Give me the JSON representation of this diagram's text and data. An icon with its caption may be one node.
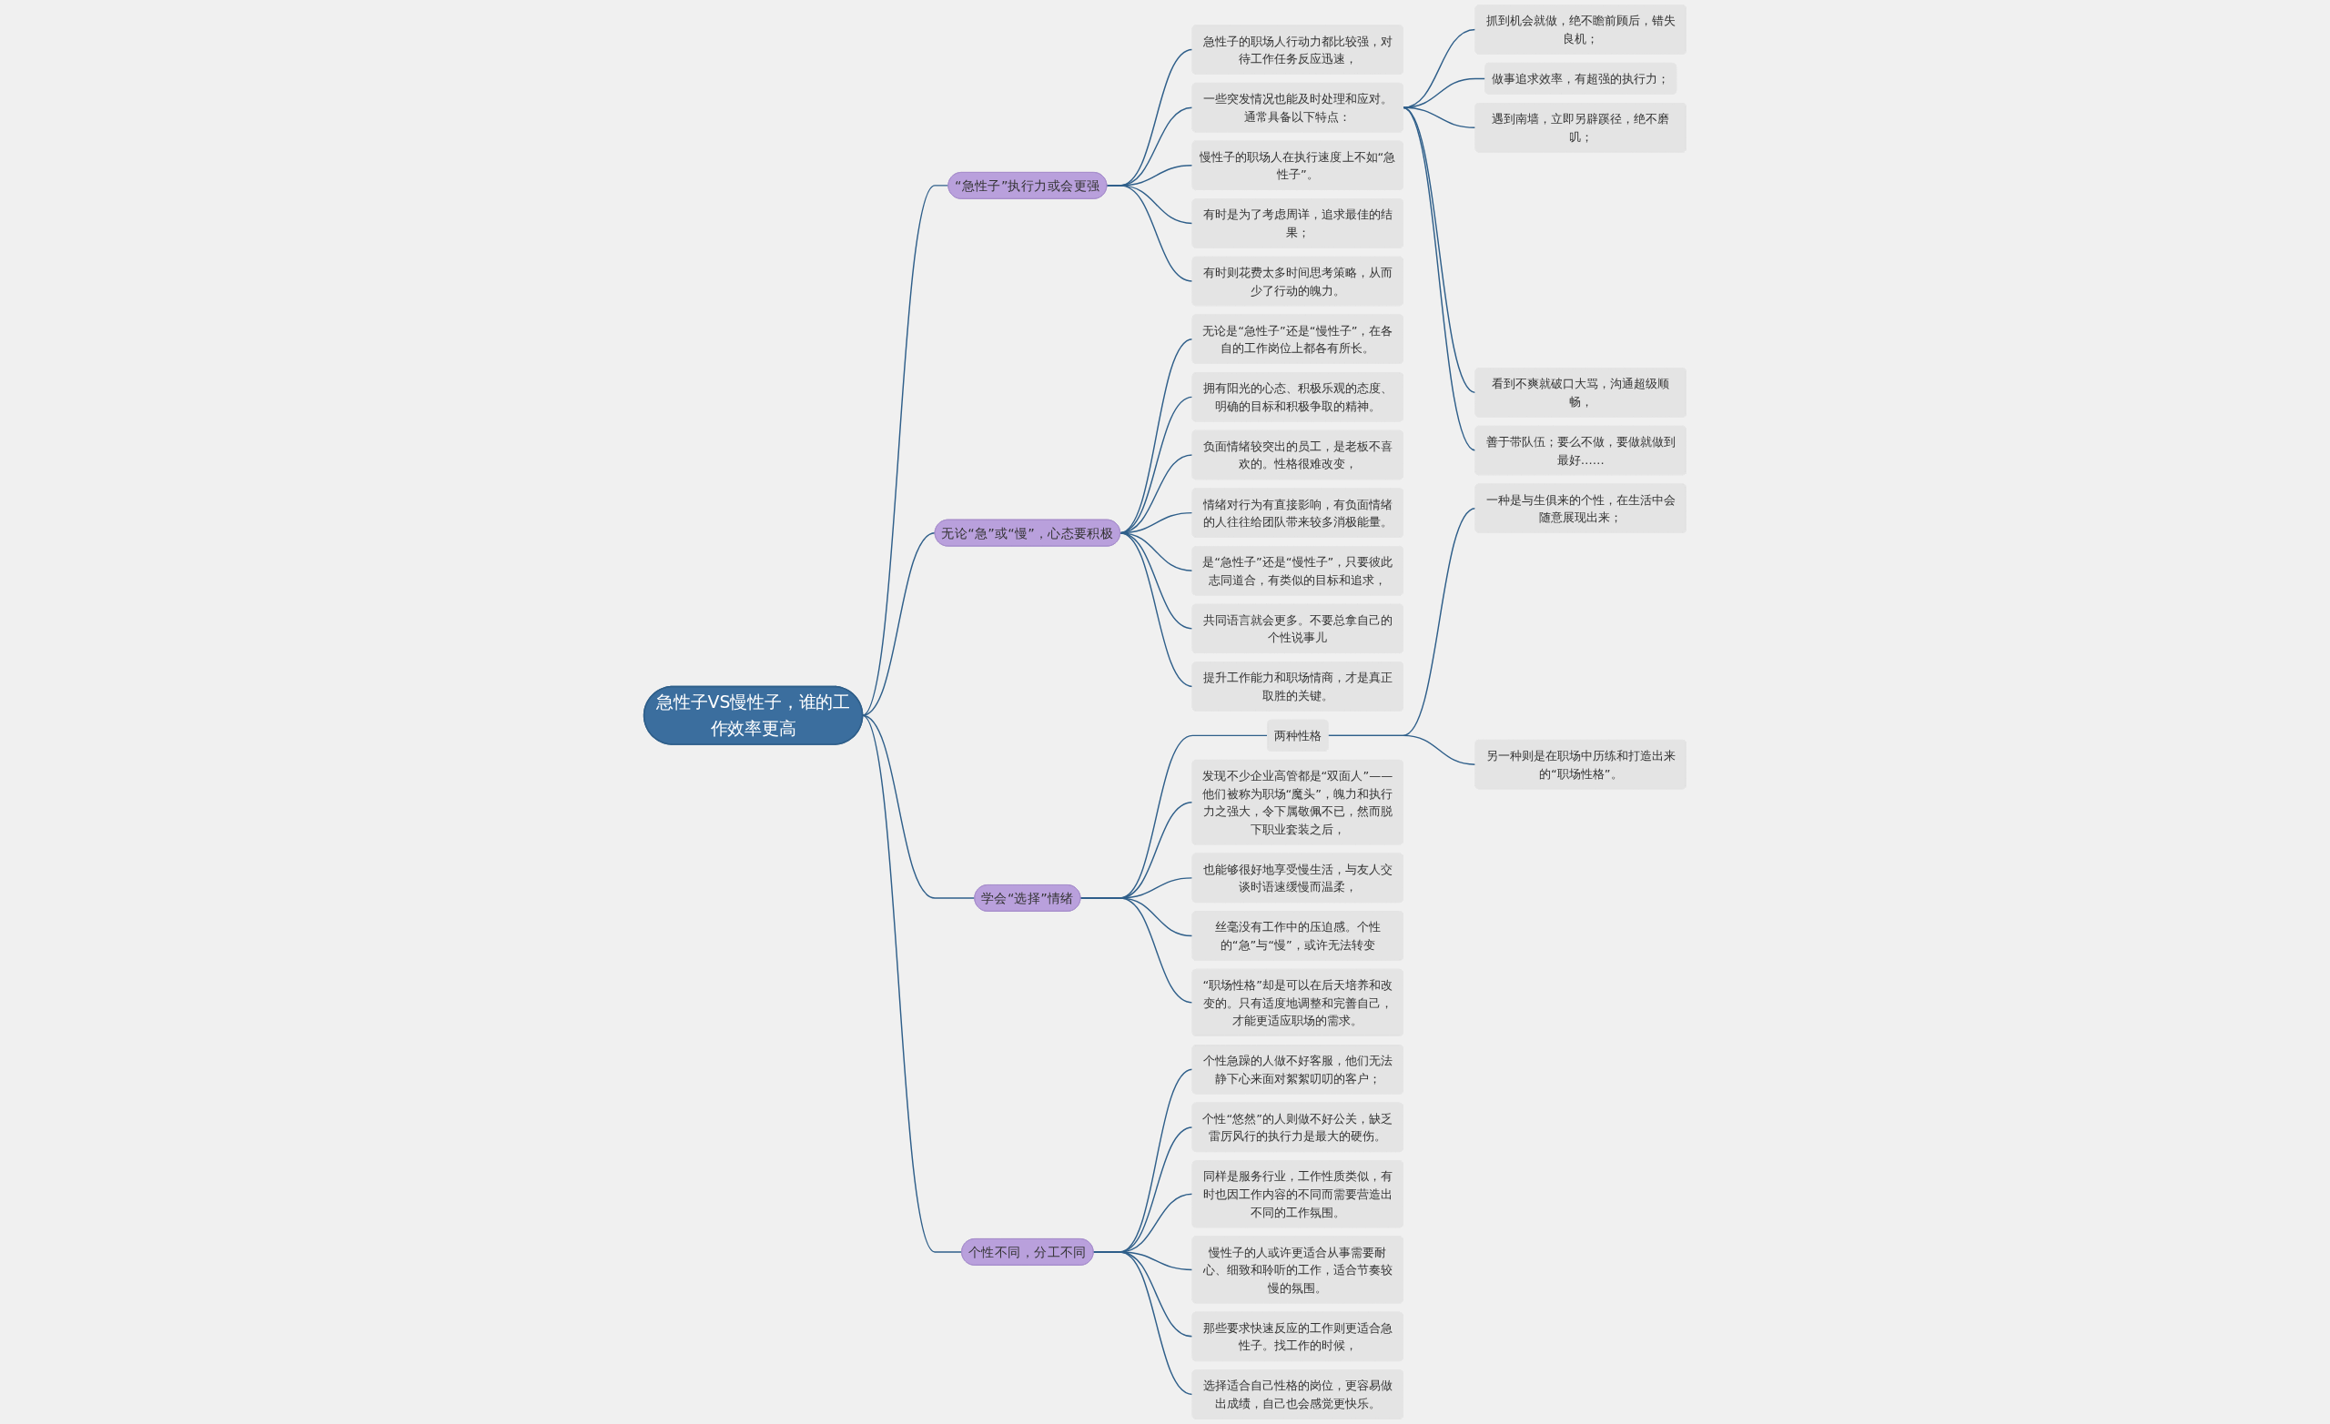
{
  "diagram": {
    "nodes": [
      {
        "text": [
          "急性子VS慢性子，谁的工作效率更高"
        ]
      },
      {
        "text": [
          "“急性子”执行力或会更强"
        ]
      },
      {
        "text": [
          "急性子的职场人行动力都比较强，对待工作任务反应迅速，"
        ]
      },
      {
        "text": [
          "一些突发情况也能及时处理和应对。通常具备以下特点："
        ]
      },
      {
        "text": [
          "抓到机会就做，绝不瞻前顾后，错失良机；"
        ]
      },
      {
        "text": [
          "做事追求效率，有超强的执行力；"
        ]
      },
      {
        "text": [
          "遇到南墙，立即另辟蹊径，绝不磨叽；"
        ]
      },
      {
        "text": [
          "看到不爽就破口大骂，沟通超级顺畅，"
        ]
      },
      {
        "text": [
          "善于带队伍；要么不做，要做就做到最好……"
        ]
      },
      {
        "text": [
          "慢性子的职场人在执行速度上不如“急性子”。"
        ]
      },
      {
        "text": [
          "有时是为了考虑周详，追求最佳的结果；"
        ]
      },
      {
        "text": [
          "有时则花费太多时间思考策略，从而少了行动的魄力。"
        ]
      },
      {
        "text": [
          "无论“急”或“慢”，心态要积极"
        ]
      },
      {
        "text": [
          "无论是“急性子”还是“慢性子”，在各自的工作岗位上都各有所长。"
        ]
      },
      {
        "text": [
          "拥有阳光的心态、积极乐观的态度、明确的目标和积极争取的精神。"
        ]
      },
      {
        "text": [
          "负面情绪较突出的员工，是老板不喜欢的。性格很难改变，"
        ]
      },
      {
        "text": [
          "情绪对行为有直接影响，有负面情绪的人往往给团队带来较多消极能量。"
        ]
      },
      {
        "text": [
          "是“急性子”还是“慢性子”，只要彼此志同道合，有类似的目标和追求，"
        ]
      },
      {
        "text": [
          "共同语言就会更多。不要总拿自己的个性说事儿"
        ]
      },
      {
        "text": [
          "提升工作能力和职场情商，才是真正取胜的关键。"
        ]
      },
      {
        "text": [
          "学会“选择”情绪"
        ]
      },
      {
        "text": [
          "两种性格"
        ]
      },
      {
        "text": [
          "一种是与生俱来的个性，在生活中会随意展现出来；"
        ]
      },
      {
        "text": [
          "另一种则是在职场中历练和打造出来的“职场性格”。"
        ]
      },
      {
        "text": [
          "发现不少企业高管都是“双面人”——他们被称为职场“魔头”，魄力和执行力之强大，令下属敬佩不已，然而脱下职业套装之后，"
        ]
      },
      {
        "text": [
          "也能够很好地享受慢生活，与友人交谈时语速缓慢而温柔，"
        ]
      },
      {
        "text": [
          "丝毫没有工作中的压迫感。个性的“急”与“慢”，或许无法转变"
        ]
      },
      {
        "text": [
          "“职场性格”却是可以在后天培养和改变的。只有适度地调整和完善自己，才能更适应职场的需求。"
        ]
      },
      {
        "text": [
          "个性不同，分工不同"
        ]
      },
      {
        "text": [
          "个性急躁的人做不好客服，他们无法静下心来面对絮絮叨叨的客户；"
        ]
      },
      {
        "text": [
          "个性“悠然”的人则做不好公关，缺乏雷厉风行的执行力是最大的硬伤。"
        ]
      },
      {
        "text": [
          "同样是服务行业，工作性质类似，有时也因工作内容的不同而需要营造出不同的工作氛围。"
        ]
      },
      {
        "text": [
          "慢性子的人或许更适合从事需要耐心、细致和聆听的工作，适合节奏较慢的氛围。"
        ]
      },
      {
        "text": [
          "那些要求快速反应的工作则更适合急性子。找工作的时候，"
        ]
      },
      {
        "text": [
          "选择适合自己性格的岗位，更容易做出成绩，自己也会感觉更快乐。"
        ]
      }
    ],
    "edges": [
      {
        "from": 0,
        "to": 1,
        "arrow": "none"
      },
      {
        "from": 1,
        "to": 2,
        "arrow": "none"
      },
      {
        "from": 1,
        "to": 3,
        "arrow": "none"
      },
      {
        "from": 3,
        "to": 4,
        "arrow": "none"
      },
      {
        "from": 3,
        "to": 5,
        "arrow": "none"
      },
      {
        "from": 3,
        "to": 6,
        "arrow": "none"
      },
      {
        "from": 3,
        "to": 7,
        "arrow": "none"
      },
      {
        "from": 3,
        "to": 8,
        "arrow": "none"
      },
      {
        "from": 1,
        "to": 9,
        "arrow": "none"
      },
      {
        "from": 1,
        "to": 10,
        "arrow": "none"
      },
      {
        "from": 1,
        "to": 11,
        "arrow": "none"
      },
      {
        "from": 0,
        "to": 12,
        "arrow": "none"
      },
      {
        "from": 12,
        "to": 13,
        "arrow": "none"
      },
      {
        "from": 12,
        "to": 14,
        "arrow": "none"
      },
      {
        "from": 12,
        "to": 15,
        "arrow": "none"
      },
      {
        "from": 12,
        "to": 16,
        "arrow": "none"
      },
      {
        "from": 12,
        "to": 17,
        "arrow": "none"
      },
      {
        "from": 12,
        "to": 18,
        "arrow": "none"
      },
      {
        "from": 12,
        "to": 19,
        "arrow": "none"
      },
      {
        "from": 0,
        "to": 20,
        "arrow": "none"
      },
      {
        "from": 20,
        "to": 21,
        "arrow": "none"
      },
      {
        "from": 21,
        "to": 22,
        "arrow": "none"
      },
      {
        "from": 21,
        "to": 23,
        "arrow": "none"
      },
      {
        "from": 20,
        "to": 24,
        "arrow": "none"
      },
      {
        "from": 20,
        "to": 25,
        "arrow": "none"
      },
      {
        "from": 20,
        "to": 26,
        "arrow": "none"
      },
      {
        "from": 20,
        "to": 27,
        "arrow": "none"
      },
      {
        "from": 0,
        "to": 28,
        "arrow": "none"
      },
      {
        "from": 28,
        "to": 29,
        "arrow": "none"
      },
      {
        "from": 28,
        "to": 30,
        "arrow": "none"
      },
      {
        "from": 28,
        "to": 31,
        "arrow": "none"
      },
      {
        "from": 28,
        "to": 32,
        "arrow": "none"
      },
      {
        "from": 28,
        "to": 33,
        "arrow": "none"
      },
      {
        "from": 28,
        "to": 34,
        "arrow": "none"
      }
    ]
  }
}
